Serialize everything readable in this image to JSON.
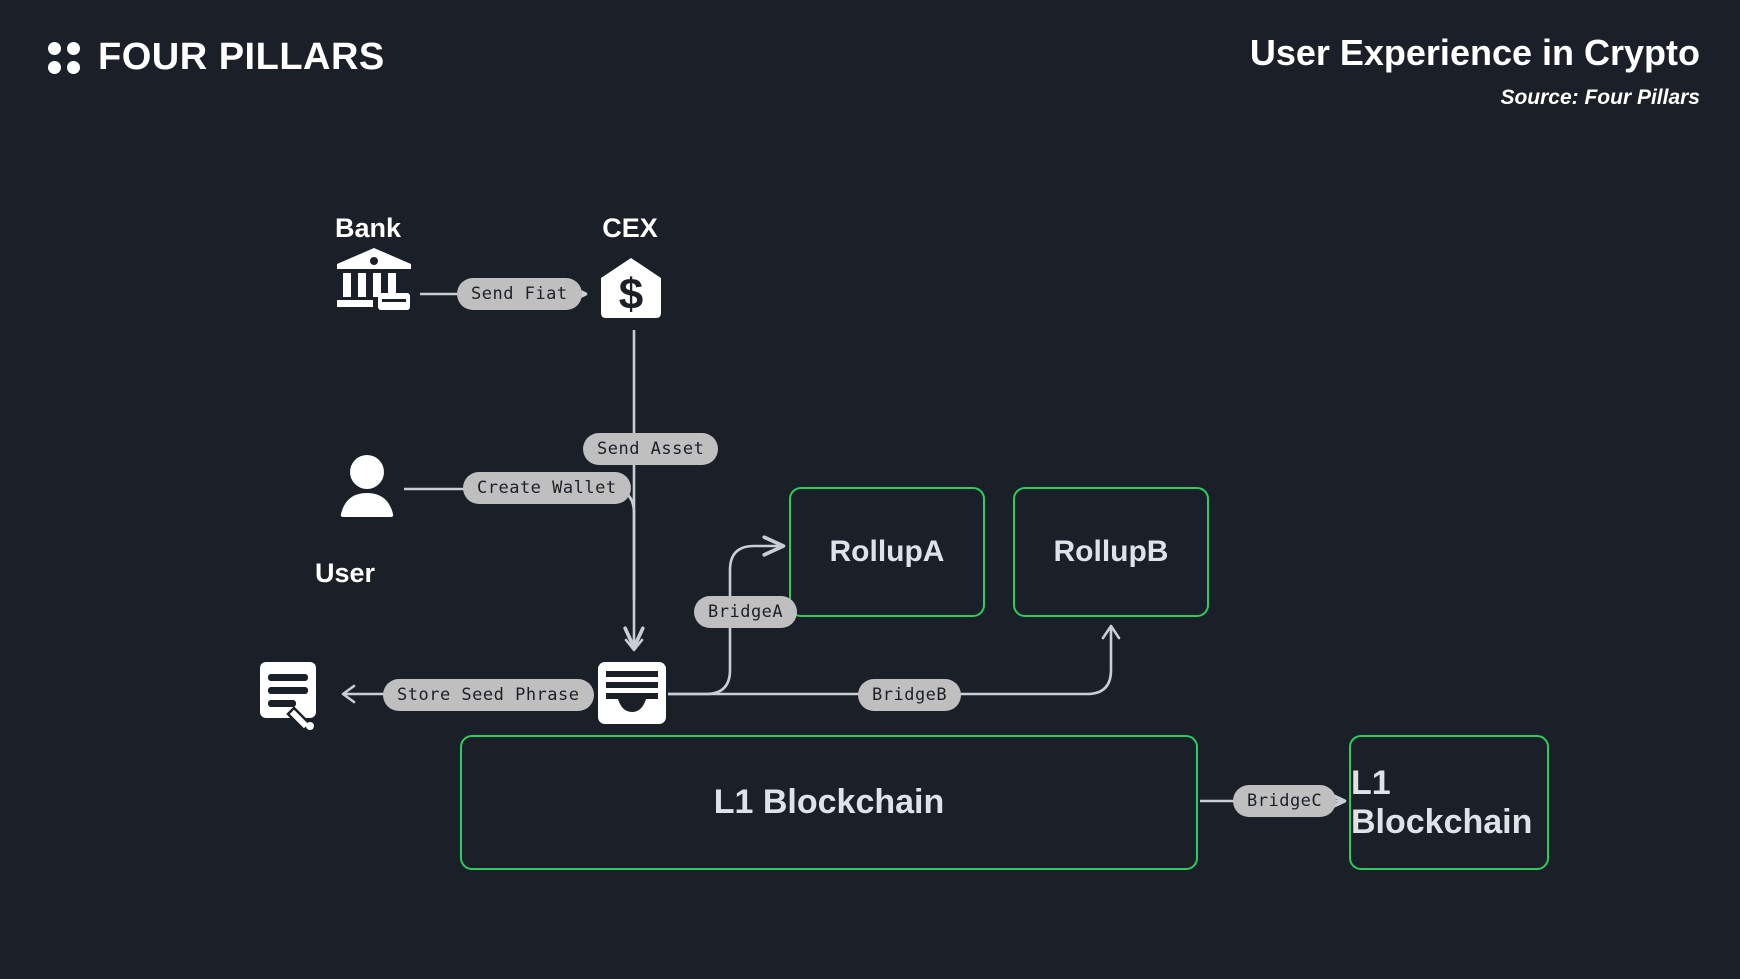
{
  "header": {
    "brand": "FOUR PILLARS",
    "logo_icon": "four-dots-icon",
    "title": "User Experience in Crypto",
    "source": "Source: Four Pillars"
  },
  "theme": {
    "background": "#1b2028",
    "accent_green": "#2ecc5f",
    "edge_line": "#c9ced6",
    "pill_background": "#bfbfbf",
    "pill_text": "#1b2028",
    "node_text": "#dfe3e8",
    "icon_fill": "#ffffff"
  },
  "diagram": {
    "type": "flow",
    "nodes": [
      {
        "id": "bank",
        "label": "Bank",
        "icon": "bank-icon",
        "style": "icon"
      },
      {
        "id": "cex",
        "label": "CEX",
        "icon": "cex-dollar-icon",
        "style": "icon"
      },
      {
        "id": "user",
        "label": "User",
        "icon": "user-icon",
        "style": "icon"
      },
      {
        "id": "wallet",
        "label": "",
        "icon": "wallet-icon",
        "style": "icon"
      },
      {
        "id": "seed",
        "label": "",
        "icon": "note-pencil-icon",
        "style": "icon"
      },
      {
        "id": "rollup_a",
        "label": "RollupA",
        "style": "box-green"
      },
      {
        "id": "rollup_b",
        "label": "RollupB",
        "style": "box-green"
      },
      {
        "id": "l1_main",
        "label": "L1 Blockchain",
        "style": "box-green"
      },
      {
        "id": "l1_right",
        "label": "L1 Blockchain",
        "style": "box-green"
      }
    ],
    "edges": [
      {
        "id": "e1",
        "from": "bank",
        "to": "cex",
        "label": "Send Fiat",
        "arrow": true
      },
      {
        "id": "e2",
        "from": "cex",
        "to": "wallet",
        "label": "Send Asset",
        "arrow": true
      },
      {
        "id": "e3",
        "from": "user",
        "to": "wallet",
        "label": "Create Wallet",
        "arrow": false
      },
      {
        "id": "e4",
        "from": "wallet",
        "to": "seed",
        "label": "Store Seed Phrase",
        "arrow": true
      },
      {
        "id": "e5",
        "from": "wallet",
        "to": "rollup_a",
        "label": "BridgeA",
        "arrow": true
      },
      {
        "id": "e6",
        "from": "wallet",
        "to": "rollup_b",
        "label": "BridgeB",
        "arrow": true
      },
      {
        "id": "e7",
        "from": "l1_main",
        "to": "l1_right",
        "label": "BridgeC",
        "arrow": true
      }
    ]
  }
}
